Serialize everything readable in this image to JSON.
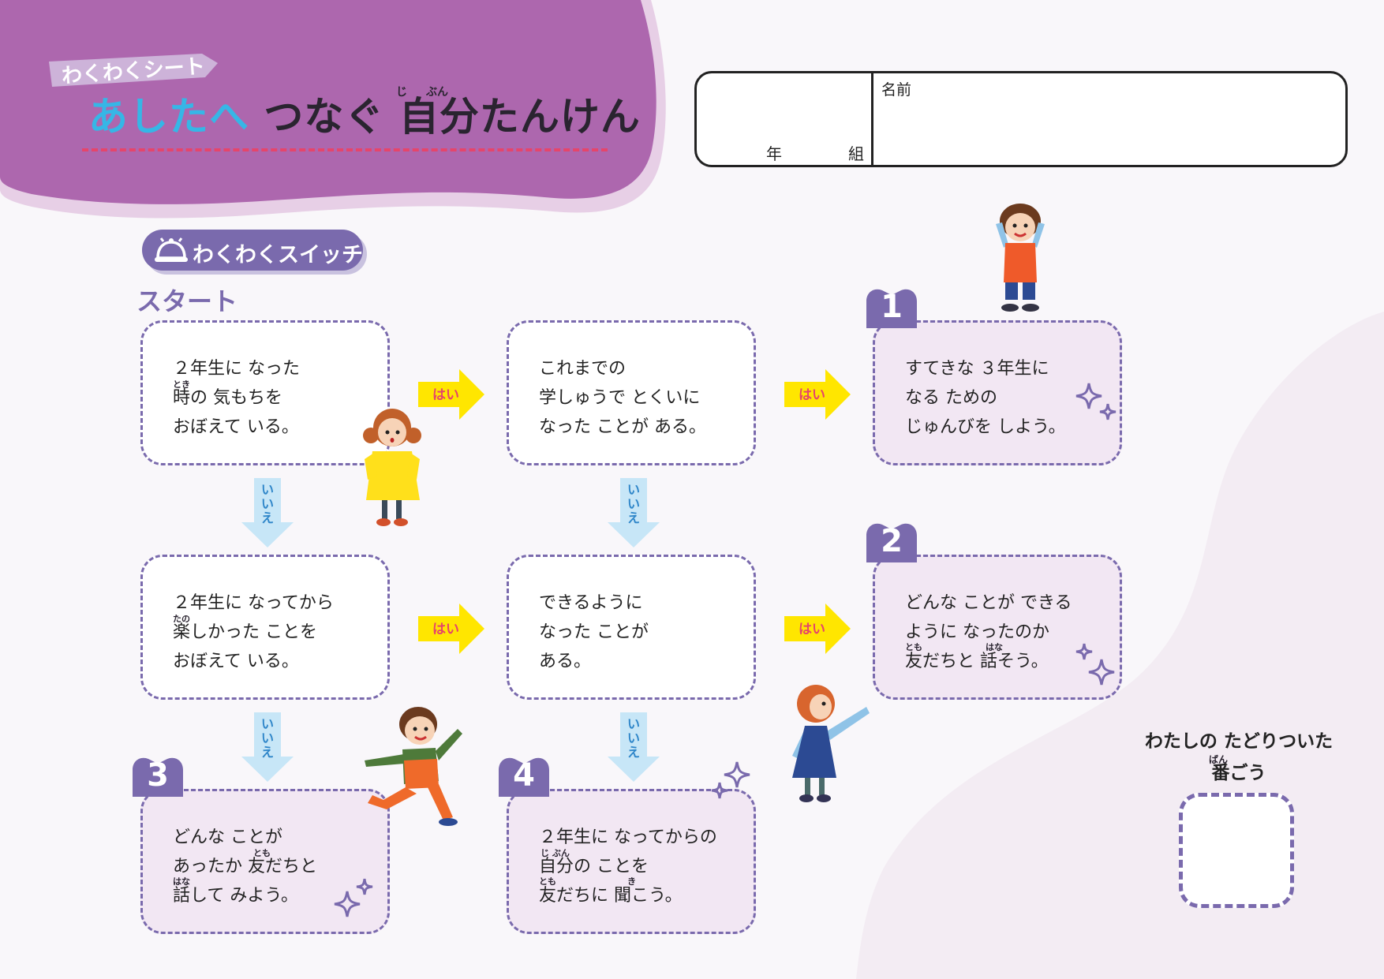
{
  "header": {
    "tag": "わくわくシート",
    "title_highlight": "あしたへ",
    "title_rest": "つなぐ 自分たんけん",
    "title_ruby_ji": "じ",
    "title_ruby_bun": "ぶん"
  },
  "name_box": {
    "year_label": "年",
    "class_label": "組",
    "name_label": "名前"
  },
  "switch_label": "わくわくスイッチ",
  "start_label": "スタート",
  "arrows": {
    "yes": "はい",
    "no": "いいえ"
  },
  "cards": {
    "q1": "２年生に なった\n時の 気もちを\nおぼえて いる。",
    "q2": "これまでの\n学しゅうで とくいに\nなった ことが ある。",
    "q3": "２年生に なってから\n楽しかった ことを\nおぼえて いる。",
    "q4": "できるように\nなった ことが\nある。",
    "r1": "すてきな ３年生に\nなる ための\nじゅんびを しよう。",
    "r2": "どんな ことが できる\nように なったのか\n友だちと 話そう。",
    "r3": "どんな ことが\nあったか 友だちと\n話して みよう。",
    "r4": "２年生に なってからの\n自分の ことを\n友だちに 聞こう。"
  },
  "ruby": {
    "toki": "とき",
    "tano": "たの",
    "tomo": "とも",
    "hana": "はな",
    "jibun": "じ ぶん",
    "ki": "き",
    "ban": "ばん"
  },
  "badges": [
    "1",
    "2",
    "3",
    "4"
  ],
  "result": {
    "label": "わたしの たどりついた\n番ごう"
  },
  "colors": {
    "header_purple": "#ad67ae",
    "accent_purple": "#7a6aad",
    "title_blue": "#36b6e6",
    "yes_yellow": "#ffe600",
    "no_blue": "#c7e6f7",
    "result_card": "#f2e7f3",
    "dash_red": "#e5456b"
  },
  "illustrations": [
    "girl-yellow-dress",
    "boy-orange-apron",
    "boy-running-green-shirt",
    "girl-blue-dress-pointing"
  ]
}
